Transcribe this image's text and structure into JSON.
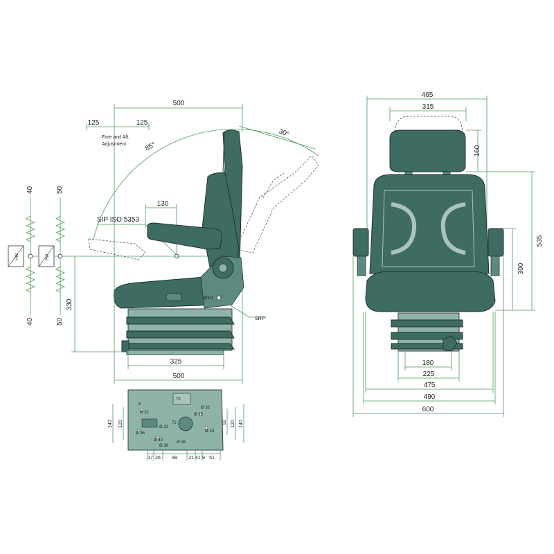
{
  "side_view": {
    "dims": {
      "width_top": "500",
      "fore_aft_left": "125",
      "fore_aft_right": "125",
      "fore_aft_label_line1": "Fore and Aft.",
      "fore_aft_label_line2": "Adjustment",
      "recline_angle": "85°",
      "back_angle": "30°",
      "armrest_offset": "130",
      "sip_label": "SIP ISO 5353",
      "pivot_diameter": "Ø10",
      "srp_label": "SRP",
      "base_height": "330",
      "base_width": "325",
      "overall_width": "500"
    }
  },
  "suspension_scales": {
    "left": {
      "top": "40",
      "bottom": "40",
      "box_label": "HW"
    },
    "right": {
      "top": "50",
      "bottom": "50",
      "box_label": "FW"
    }
  },
  "front_view": {
    "dims": {
      "overall_top": "465",
      "headrest_width": "315",
      "headrest_height": "160",
      "backrest_height": "535",
      "armrest_height": "300",
      "base_inner": "180",
      "base_mid": "225",
      "seat_width": "475",
      "armrest_width": "490",
      "overall_bottom": "600"
    }
  },
  "base_plate": {
    "dims": {
      "left_outer": "140",
      "left_inner": "120",
      "right_inner": "120",
      "right_outer": "140",
      "right_small": "92",
      "bottom": [
        "17",
        "26",
        "99",
        "21",
        "41",
        "9",
        "51"
      ],
      "holes": [
        "Ø 32",
        "Ø 36",
        "Ø 22",
        "Ø 29",
        "Ø 10",
        "Ø 36",
        "Ø 40",
        "Ø 36",
        "Ø 32"
      ],
      "small_numbers": [
        "5",
        "72",
        "73"
      ]
    }
  },
  "colors": {
    "dimension_line": "#4a9a5a",
    "seat_fill": "#3e6b62",
    "base_fill": "#8fb3a9"
  }
}
